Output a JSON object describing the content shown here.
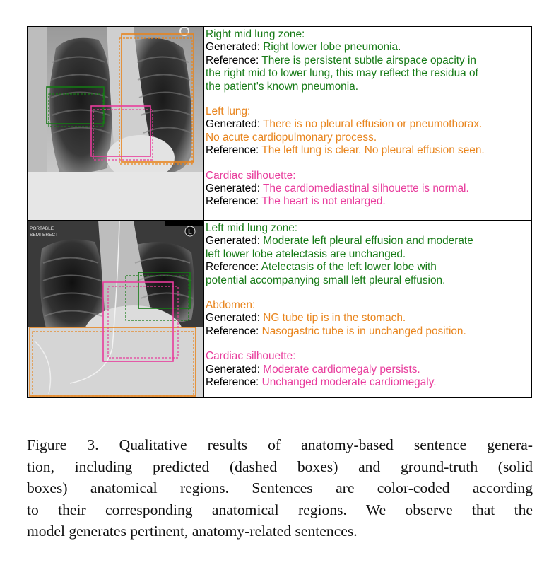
{
  "colors": {
    "green": "#167a16",
    "orange": "#e8841c",
    "pink": "#e83c9c"
  },
  "rows": [
    {
      "image": {
        "overlay_text": []
      },
      "entries": [
        {
          "color": "green",
          "region": "Right mid lung zone:",
          "gen_label": "Generated:",
          "generated": "Right lower lobe pneumonia.",
          "ref_label": "Reference:",
          "reference_lines": [
            "There is persistent subtle airspace opacity in",
            "the right mid to lower lung, this may reflect the residua of",
            "the patient's known pneumonia."
          ],
          "generated_lines": [
            "Right lower lobe pneumonia."
          ]
        },
        {
          "color": "orange",
          "region": "Left lung:",
          "gen_label": "Generated:",
          "generated_lines": [
            "There is no pleural effusion or pneumothorax.",
            "No acute cardiopulmonary process."
          ],
          "ref_label": "Reference:",
          "reference_lines": [
            "The left lung is clear. No pleural effusion seen."
          ]
        },
        {
          "color": "pink",
          "region": "Cardiac silhouette:",
          "gen_label": "Generated:",
          "generated_lines": [
            "The cardiomediastinal silhouette is normal."
          ],
          "ref_label": "Reference:",
          "reference_lines": [
            "The heart is not enlarged."
          ]
        }
      ]
    },
    {
      "image": {
        "overlay_text": [
          "PORTABLE",
          "SEMI-ERECT",
          "L"
        ]
      },
      "entries": [
        {
          "color": "green",
          "region": "Left mid lung zone:",
          "gen_label": "Generated:",
          "generated_lines": [
            "Moderate left pleural effusion and moderate",
            "left lower lobe atelectasis are unchanged."
          ],
          "ref_label": "Reference:",
          "reference_lines": [
            "Atelectasis of the left lower lobe with",
            "potential accompanying small left pleural effusion."
          ]
        },
        {
          "color": "orange",
          "region": "Abdomen:",
          "gen_label": "Generated:",
          "generated_lines": [
            "NG tube tip is in the stomach."
          ],
          "ref_label": "Reference:",
          "reference_lines": [
            "Nasogastric tube is in unchanged position."
          ]
        },
        {
          "color": "pink",
          "region": "Cardiac silhouette:",
          "gen_label": "Generated:",
          "generated_lines": [
            "Moderate cardiomegaly persists."
          ],
          "ref_label": "Reference:",
          "reference_lines": [
            "Unchanged moderate cardiomegaly."
          ]
        }
      ]
    }
  ],
  "caption": {
    "lines": [
      "Figure 3.  Qualitative results of anatomy-based sentence genera-",
      "tion, including predicted (dashed boxes) and ground-truth (solid",
      "boxes) anatomical regions.  Sentences are color-coded according",
      "to their corresponding anatomical regions.  We observe that the",
      "model generates pertinent, anatomy-related sentences."
    ]
  }
}
